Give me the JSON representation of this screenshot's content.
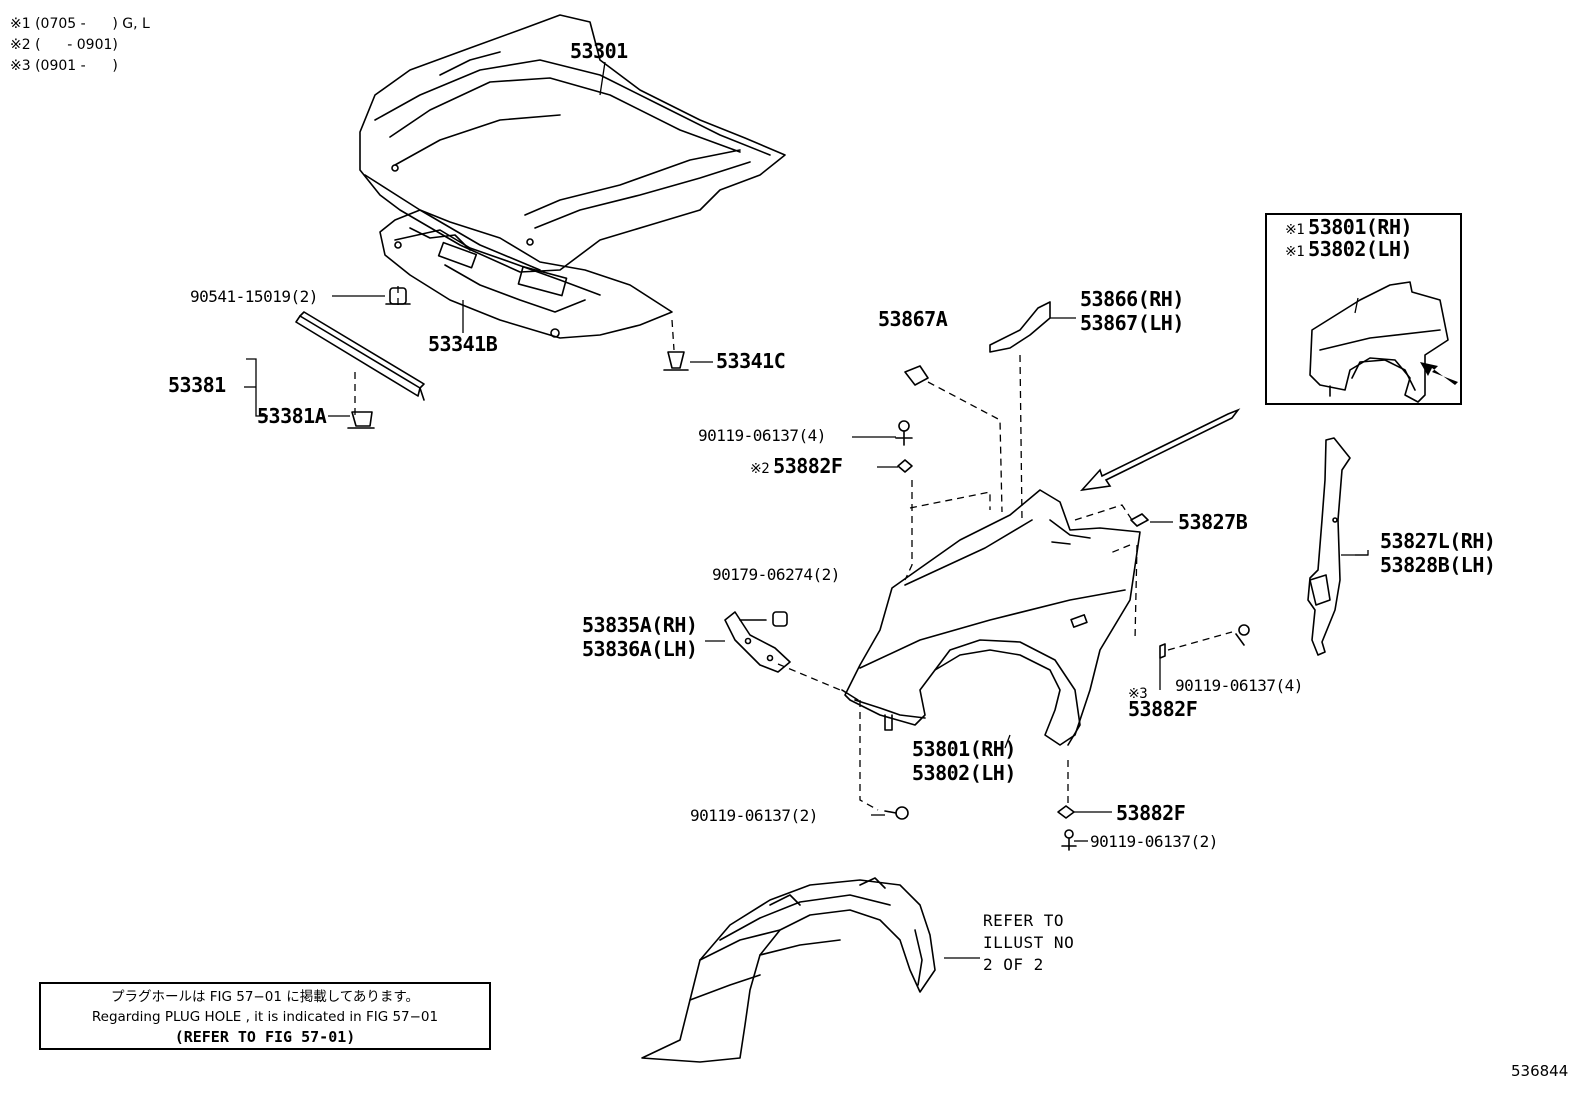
{
  "legend": [
    {
      "mark": "※1",
      "text": "(0705 -      ) G, L"
    },
    {
      "mark": "※2",
      "text": "(      - 0901)"
    },
    {
      "mark": "※3",
      "text": "(0901 -      )"
    }
  ],
  "parts": {
    "p53301": "53301",
    "p90541": "90541-15019(2)",
    "p53341B": "53341B",
    "p53341C": "53341C",
    "p53381": "53381",
    "p53381A": "53381A",
    "p53867A": "53867A",
    "p53866": "53866(RH)",
    "p53867": "53867(LH)",
    "p90119_top": "90119-06137(4)",
    "p53882F_top": "53882F",
    "p53827B": "53827B",
    "p90179": "90179-06274(2)",
    "p53835A": "53835A(RH)",
    "p53836A": "53836A(LH)",
    "p90119_right": "90119-06137(4)",
    "p53882F_right": "53882F",
    "p53801": "53801(RH)",
    "p53802": "53802(LH)",
    "p90119_bl": "90119-06137(2)",
    "p53882F_bottom": "53882F",
    "p90119_br": "90119-06137(2)",
    "p53827L": "53827L(RH)",
    "p53828B": "53828B(LH)"
  },
  "marks": {
    "m1": "※1",
    "m2": "※2",
    "m3": "※3"
  },
  "inset": {
    "line1": "53801(RH)",
    "line2": "53802(LH)"
  },
  "refer": {
    "line1": "REFER TO",
    "line2": "ILLUST NO",
    "line3": "2 OF 2"
  },
  "note": {
    "jp": "プラグホールは FIG 57−01 に掲載してあります。",
    "en": "Regarding  PLUG  HOLE , it is indicated in  FIG  57−01",
    "ref": "(REFER TO FIG 57-01)"
  },
  "figure_id": "536844"
}
